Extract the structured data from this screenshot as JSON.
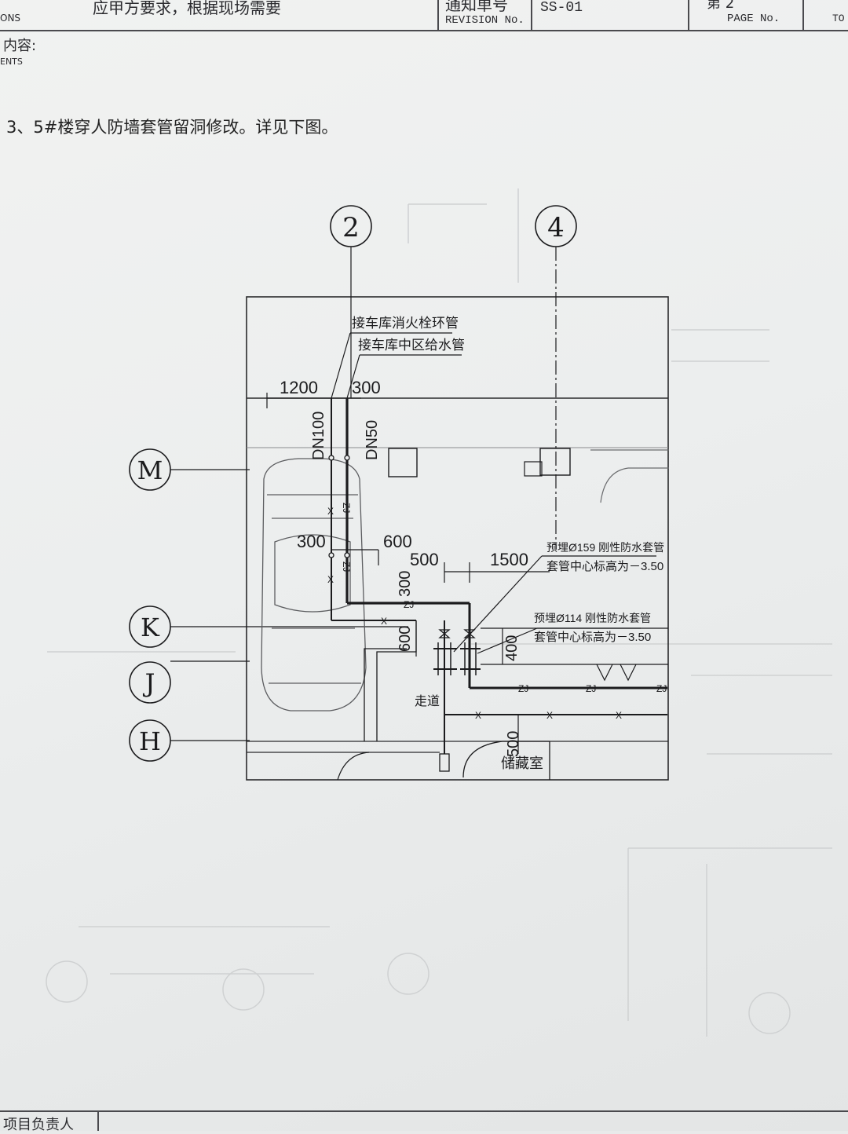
{
  "header": {
    "left_cut_text": "应甲方要求，根据现场需要",
    "left_cut_small": "ONS",
    "notice_label": "通知单号",
    "revision_label": "REVISION No.",
    "revision_value": "SS-01",
    "page_label_cn": "第 2",
    "page_label": "PAGE No.",
    "total_label": "TO",
    "contents_label": "内容:",
    "contents_label_en": "ENTS"
  },
  "note": "3、5#楼穿人防墙套管留洞修改。详见下图。",
  "drawing": {
    "axis_bubbles": [
      "2",
      "4",
      "M",
      "K",
      "J",
      "H"
    ],
    "labels": {
      "pipe_fire": "接车库消火栓环管",
      "pipe_water": "接车库中区给水管",
      "dn100": "DN100",
      "dn50": "DN50",
      "sleeve_159": "预埋Ø159 刚性防水套管",
      "sleeve_159_elev": "套管中心标高为－3.50",
      "sleeve_114": "预埋Ø114 刚性防水套管",
      "sleeve_114_elev": "套管中心标高为－3.50",
      "walkway": "走道",
      "storage": "储藏室"
    },
    "dimensions": {
      "d1200": "1200",
      "d300_top": "300",
      "d300_left": "300",
      "d600": "600",
      "d500": "500",
      "d1500": "1500",
      "d300_v": "300",
      "d600_v": "600",
      "d400_v": "400",
      "d500_v": "500"
    },
    "pipe_codes": {
      "zj": "ZJ",
      "x": "X"
    }
  },
  "footer": {
    "label": "项目负责人"
  },
  "colors": {
    "ink": "#1b1b1d",
    "paper": "#eceeee",
    "faint": "#c9cbcc"
  }
}
